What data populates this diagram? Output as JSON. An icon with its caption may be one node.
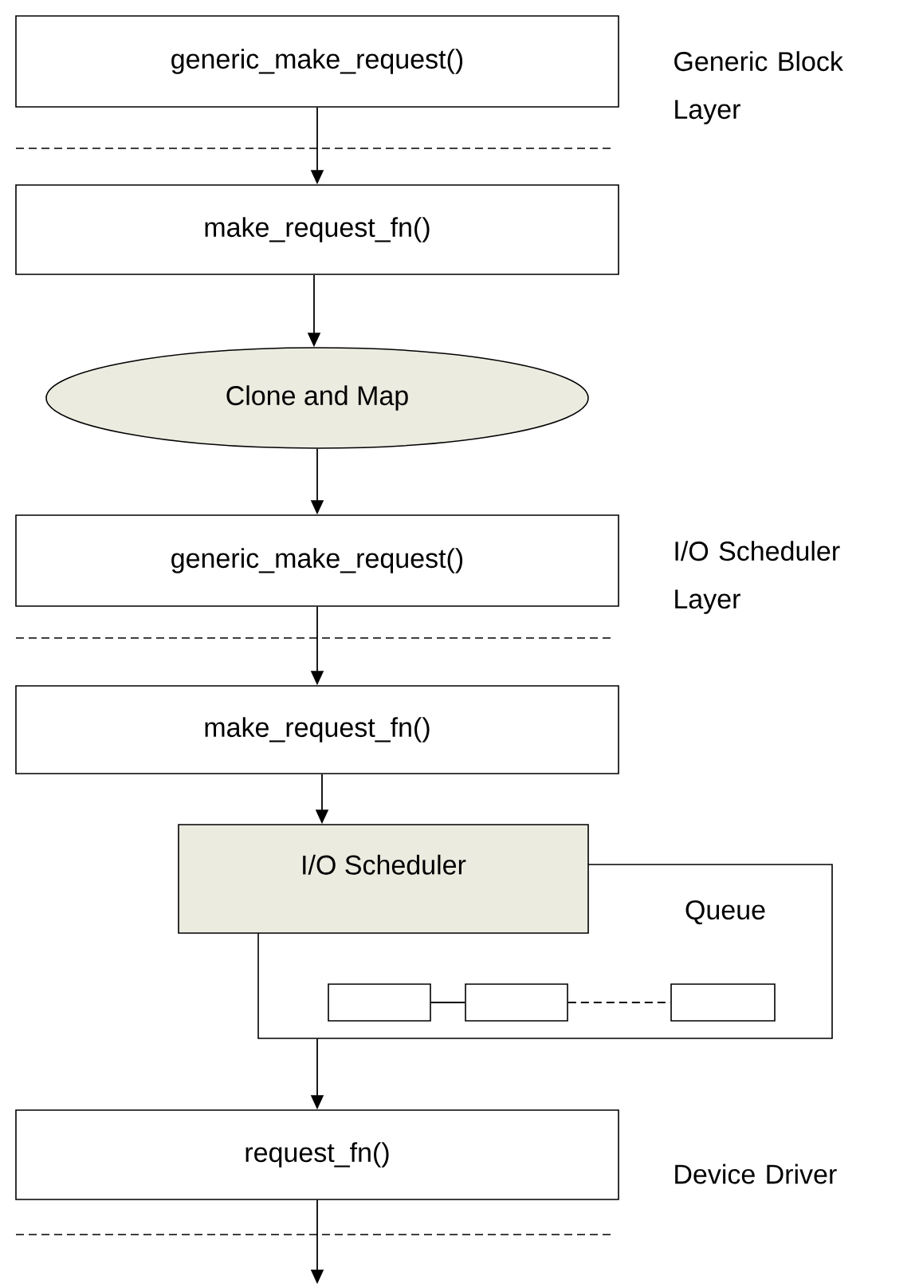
{
  "diagram": {
    "nodes": [
      {
        "text": [
          "generic_make_request()"
        ]
      },
      {
        "text": [
          "make_request_fn()"
        ]
      },
      {
        "text": [
          "Clone and Map"
        ]
      },
      {
        "text": [
          "generic_make_request()"
        ]
      },
      {
        "text": [
          "make_request_fn()"
        ]
      },
      {
        "text": [
          "I/O Scheduler"
        ]
      },
      {
        "text": [
          "Queue"
        ]
      },
      {
        "text": [],
        "shape": "box",
        "in": 6
      },
      {
        "text": [],
        "shape": "box",
        "in": 6
      },
      {
        "text": [],
        "shape": "box",
        "in": 6
      },
      {
        "text": [
          "request_fn()"
        ]
      }
    ],
    "edges": [
      {
        "from": 0,
        "to": 1,
        "arrow": "to"
      },
      {
        "from": 1,
        "to": 2,
        "arrow": "to"
      },
      {
        "from": 2,
        "to": 3,
        "arrow": "to"
      },
      {
        "from": 3,
        "to": 4,
        "arrow": "to"
      },
      {
        "from": 4,
        "to": 5,
        "arrow": "to"
      },
      {
        "from": 6,
        "to": 10,
        "arrow": "to"
      },
      {
        "from": 10,
        "to": null,
        "arrow": "to"
      },
      {
        "from": 7,
        "to": 8,
        "arrow": "none"
      },
      {
        "from": 8,
        "to": 9,
        "arrow": "none",
        "style": "dashed"
      }
    ],
    "labels": [
      "Generic Block Layer",
      "I/O Scheduler Layer",
      "Device Driver"
    ]
  }
}
